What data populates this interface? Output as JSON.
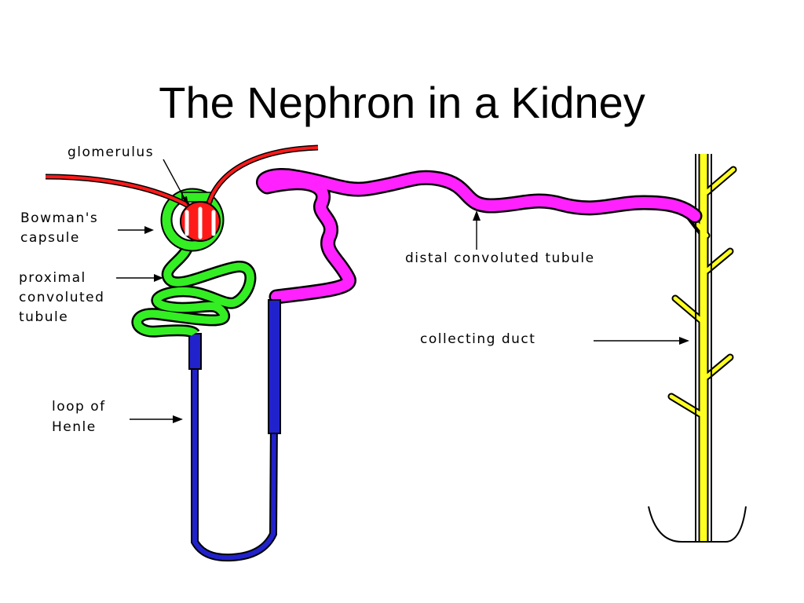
{
  "title": "The Nephron in a Kidney",
  "labels": {
    "glomerulus": "glomerulus",
    "bowmans_1": "Bowman's",
    "bowmans_2": "capsule",
    "proximal_1": "proximal",
    "proximal_2": "convoluted",
    "proximal_3": "tubule",
    "loop_1": "loop of",
    "loop_2": "Henle",
    "distal": "distal convoluted tubule",
    "collecting": "collecting duct"
  },
  "colors": {
    "glomerulus": "#ff1a1a",
    "bowmans_capsule": "#33ee22",
    "loop_of_henle": "#2222cc",
    "distal_tubule": "#ff22ff",
    "collecting_duct": "#ffff22"
  }
}
